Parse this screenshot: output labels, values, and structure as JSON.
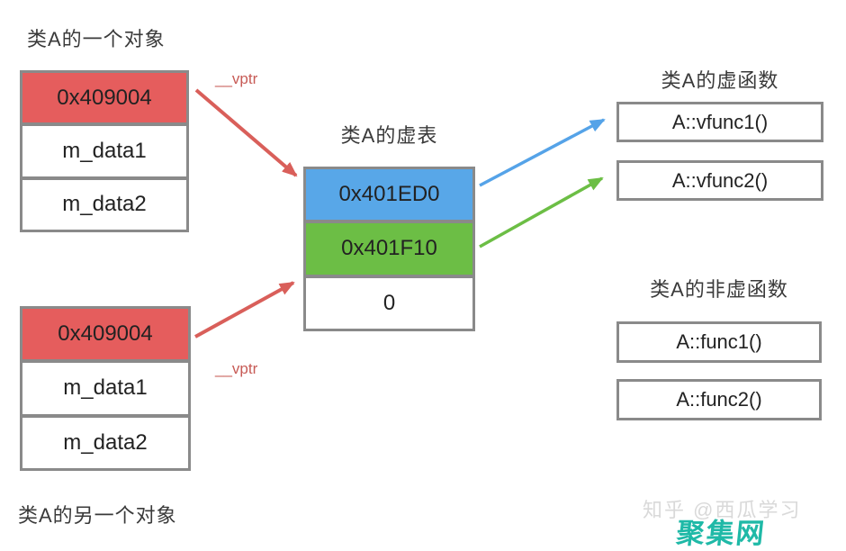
{
  "diagram": {
    "object1": {
      "title": "类A的一个对象",
      "vptr_label": "__vptr",
      "cells": [
        {
          "value": "0x409004",
          "color": "red"
        },
        {
          "value": "m_data1",
          "color": "white"
        },
        {
          "value": "m_data2",
          "color": "white"
        }
      ]
    },
    "object2": {
      "title": "类A的另一个对象",
      "vptr_label": "__vptr",
      "cells": [
        {
          "value": "0x409004",
          "color": "red"
        },
        {
          "value": "m_data1",
          "color": "white"
        },
        {
          "value": "m_data2",
          "color": "white"
        }
      ]
    },
    "vtable": {
      "title": "类A的虚表",
      "cells": [
        {
          "value": "0x401ED0",
          "color": "blue"
        },
        {
          "value": "0x401F10",
          "color": "green"
        },
        {
          "value": "0",
          "color": "white"
        }
      ]
    },
    "virtual_functions": {
      "title": "类A的虚函数",
      "items": [
        {
          "label": "A::vfunc1()",
          "color": "blue"
        },
        {
          "label": "A::vfunc2()",
          "color": "green"
        }
      ]
    },
    "nonvirtual_functions": {
      "title": "类A的非虚函数",
      "items": [
        {
          "label": "A::func1()"
        },
        {
          "label": "A::func2()"
        }
      ]
    },
    "colors": {
      "red_cell": "#E55D5D",
      "blue_cell": "#58A7E8",
      "green_cell": "#6CBE45",
      "box_border": "#8A8A8A",
      "red_arrow": "#D95F5A",
      "blue_arrow": "#55A3E8",
      "green_arrow": "#6CBE45",
      "vptr_text": "#C75B56",
      "watermark_text": "#D9D9D9",
      "logo_text": "#1FB9A7"
    },
    "watermark": "知乎 @西瓜学习",
    "logo": "聚集网"
  }
}
